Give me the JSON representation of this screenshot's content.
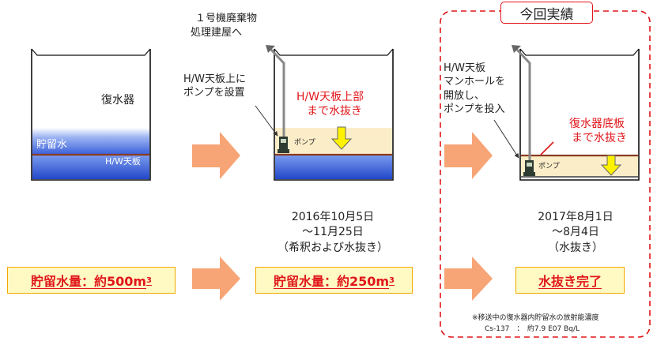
{
  "current_results": {
    "title": "今回実績"
  },
  "stage1": {
    "condenser_label": "復水器",
    "stored_water_label": "貯留水",
    "hw_plate_label": "H/W天板",
    "amount_prefix": "貯留水量：約500m",
    "amount_sup": "3"
  },
  "stage2": {
    "destination_note": [
      "１号機廃棄物",
      "処理建屋へ"
    ],
    "pump_install_note": [
      "H/W天板上に",
      "ポンプを設置"
    ],
    "drain_target": [
      "H/W天板上部",
      "まで水抜き"
    ],
    "pump_label": "ポンプ",
    "date_lines": [
      "2016年10月5日",
      "～11月25日",
      "（希釈および水抜き）"
    ],
    "amount_prefix": "貯留水量：約250m",
    "amount_sup": "3"
  },
  "stage3": {
    "manhole_note": [
      "H/W天板",
      "マンホールを",
      "開放し、",
      "ポンプを投入"
    ],
    "drain_target": [
      "復水器底板",
      "まで水抜き"
    ],
    "pump_label": "ポンプ",
    "date_lines": [
      "2017年8月1日",
      "～8月4日",
      "（水抜き）"
    ],
    "result": "水抜き完了"
  },
  "footnote": {
    "line1": "※移送中の復水器内貯留水の放射能濃度",
    "line2": "Cs-137　：　約7.9 E07 Bq/L"
  },
  "colors": {
    "accent_red": "#e0161a",
    "water_blue": "#2f5bd8",
    "arrow_orange": "#f7a576",
    "result_fill": "#fff9c4",
    "result_border": "#f2a900",
    "drained_tan": "#fbedc8",
    "down_arrow_yellow": "#fff200"
  }
}
